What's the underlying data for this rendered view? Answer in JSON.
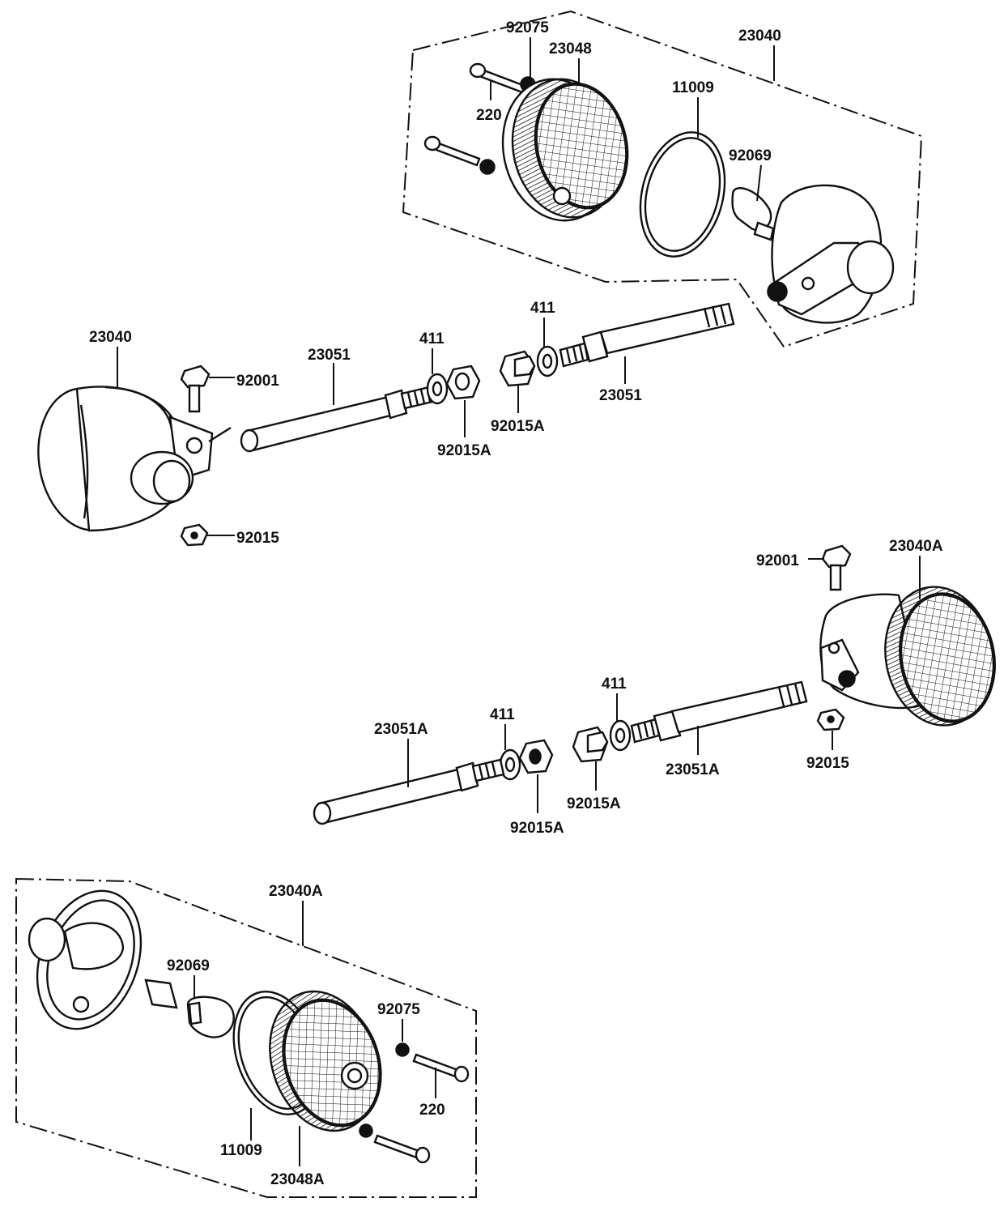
{
  "labels": {
    "tr_23040": "23040",
    "tr_92075": "92075",
    "tr_23048": "23048",
    "tr_220": "220",
    "tr_11009": "11009",
    "tr_92069": "92069",
    "fl_23040": "23040",
    "fl_92001": "92001",
    "fl_23051": "23051",
    "fl_411a": "411",
    "fl_92015A_a": "92015A",
    "fl_411b": "411",
    "fl_92015A_b": "92015A",
    "fl_23051b": "23051",
    "fl_92015": "92015",
    "fr_92001": "92001",
    "fr_23040A": "23040A",
    "fr_411a": "411",
    "fr_411b": "411",
    "fr_23051A_a": "23051A",
    "fr_23051A_b": "23051A",
    "fr_92015A_a": "92015A",
    "fr_92015A_b": "92015A",
    "fr_92015": "92015",
    "bl_23040A": "23040A",
    "bl_92069": "92069",
    "bl_92075": "92075",
    "bl_220": "220",
    "bl_11009": "11009",
    "bl_23048A": "23048A"
  }
}
